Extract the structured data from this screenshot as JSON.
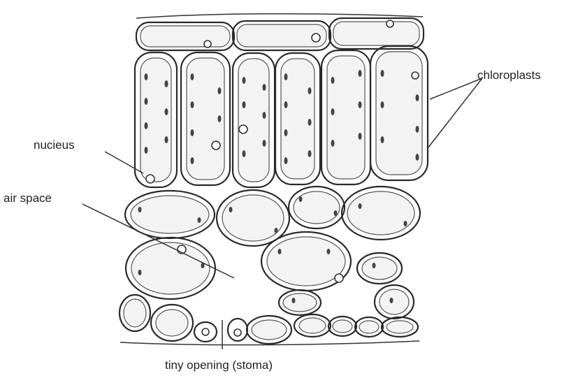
{
  "labels": {
    "chloroplasts": "chloroplasts",
    "nucleus": "nucieus",
    "air_space": "air space",
    "stoma": "tiny opening (stoma)"
  }
}
